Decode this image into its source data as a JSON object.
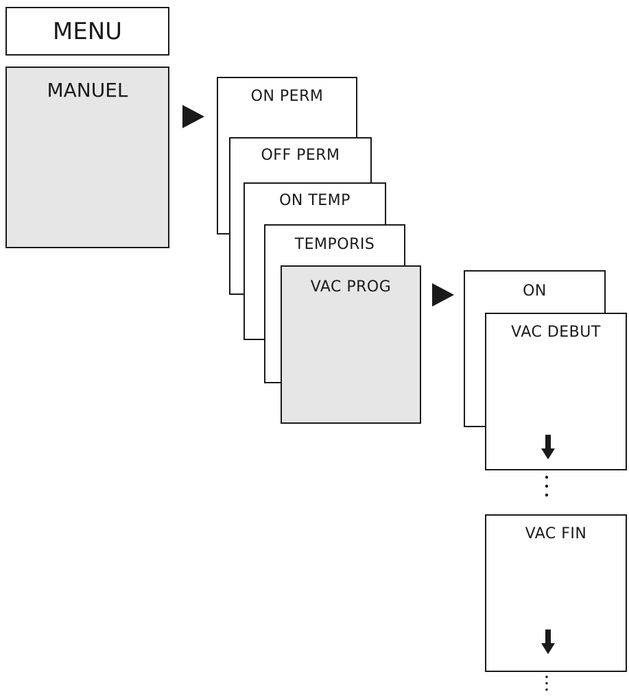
{
  "menu": {
    "title": "MENU"
  },
  "level1": {
    "selected_item": "MANUEL"
  },
  "level2": {
    "items": [
      "ON PERM",
      "OFF PERM",
      "ON TEMP",
      "TEMPORIS",
      "VAC PROG"
    ],
    "selected_index": 4
  },
  "level3": {
    "items": [
      "ON",
      "VAC DEBUT"
    ]
  },
  "level4": {
    "item": "VAC FIN"
  },
  "icons": {
    "next_level": "right-triangle-icon",
    "scroll_down": "down-arrow-icon",
    "more": "vertical-ellipsis-icon"
  },
  "colors": {
    "selected_fill": "#e6e6e6",
    "stroke": "#1a1a1a"
  }
}
